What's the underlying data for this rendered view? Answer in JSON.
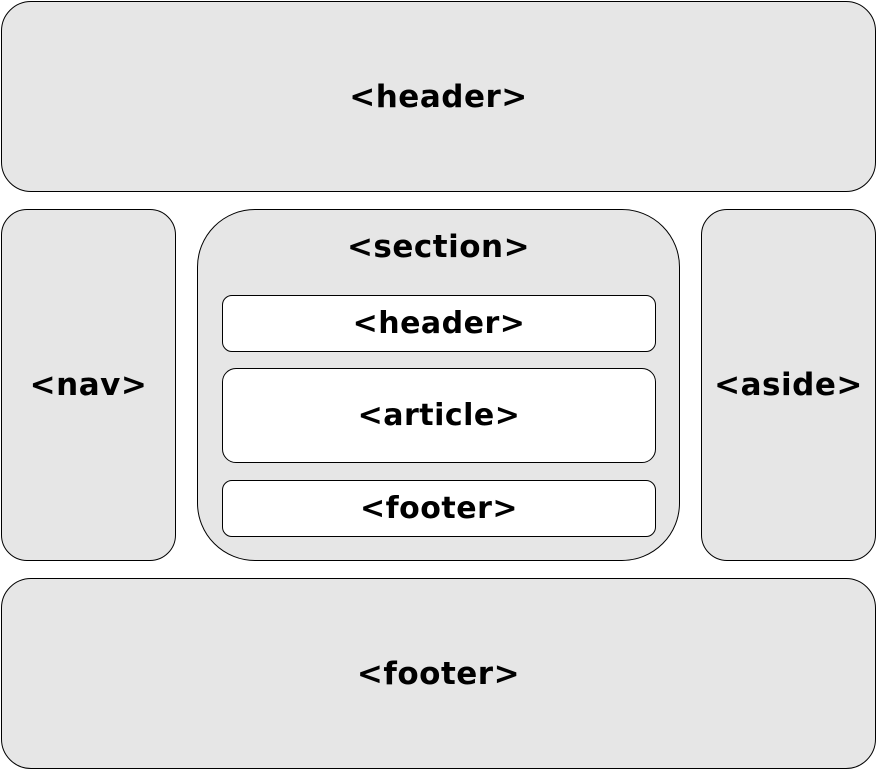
{
  "diagram": {
    "header": "<header>",
    "nav": "<nav>",
    "section": {
      "label": "<section>",
      "header": "<header>",
      "article": "<article>",
      "footer": "<footer>"
    },
    "aside": "<aside>",
    "footer": "<footer>"
  },
  "colors": {
    "outer_fill": "#e6e6e6",
    "inner_fill": "#ffffff",
    "stroke": "#000000"
  }
}
